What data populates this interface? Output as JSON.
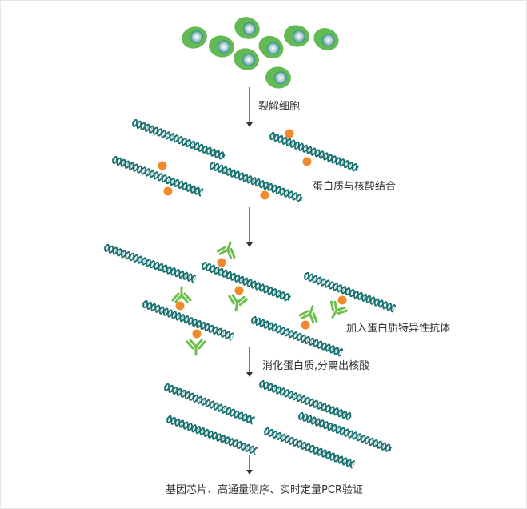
{
  "steps": {
    "lyse": "裂解细胞",
    "bind": "蛋白质与核酸结合",
    "antibody": "加入蛋白质特异性抗体",
    "digest": "消化蛋白质,分离出核酸",
    "analysis": "基因芯片、高通量测序、实时定量PCR验证"
  },
  "colors": {
    "cell": "#63b954",
    "nucleus": "#2a8c8c",
    "dna": "#17706f",
    "protein": "#f08a2c",
    "antibody": "#6cbf4a",
    "arrow": "#333333"
  }
}
